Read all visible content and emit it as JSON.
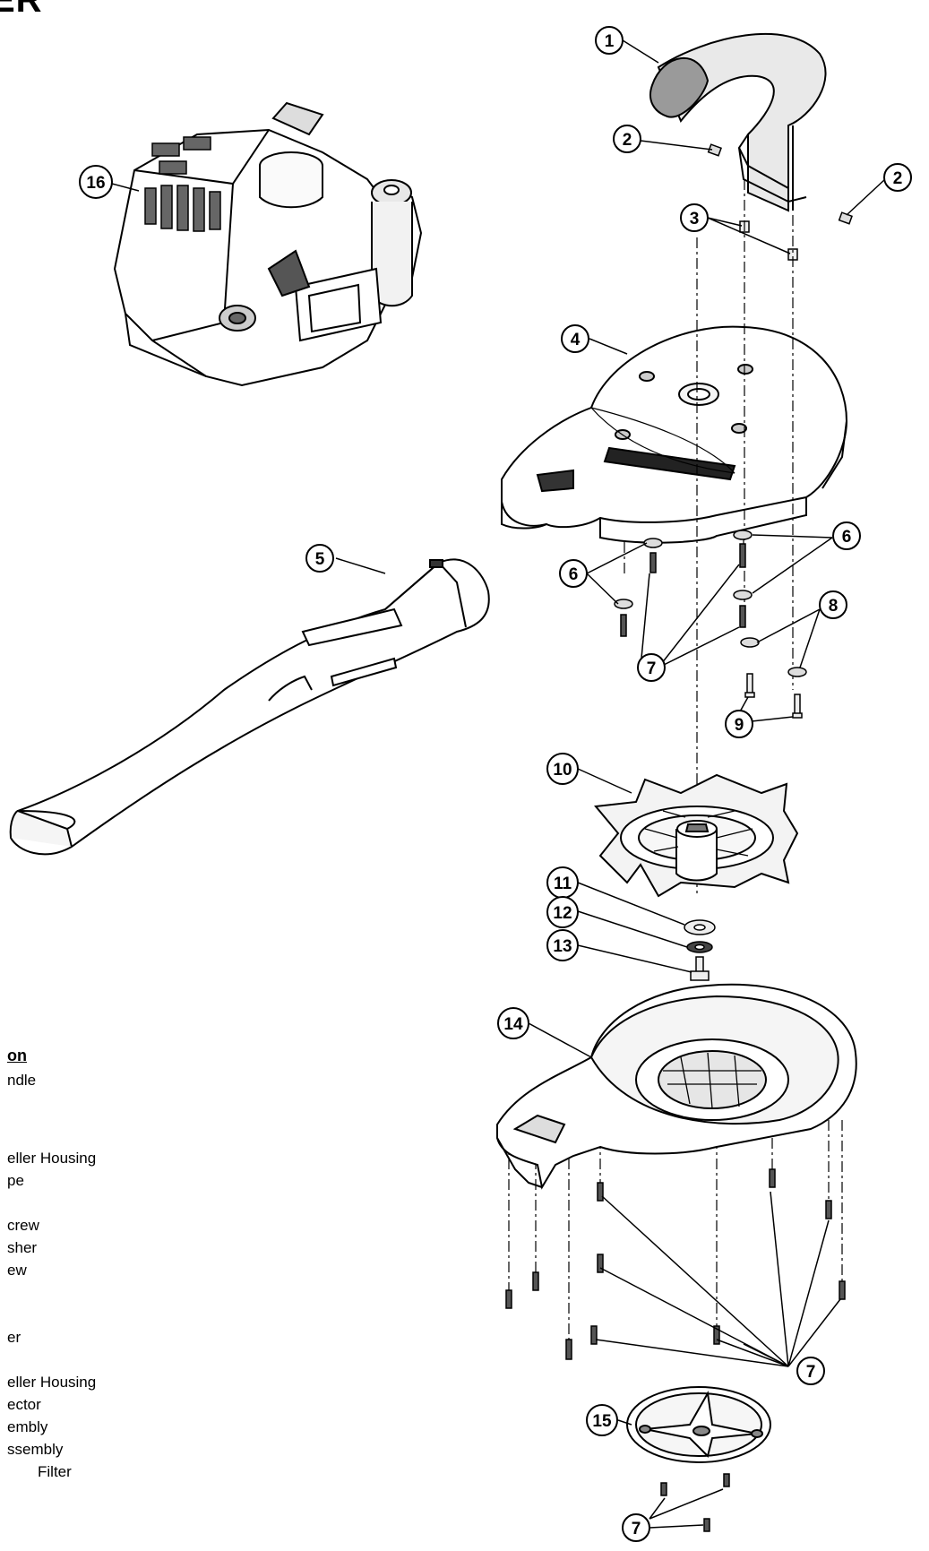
{
  "title": "ER",
  "description_header": "on",
  "descriptions": [
    "ndle",
    "eller Housing",
    "pe",
    "crew",
    "sher",
    "ew",
    "er",
    "eller Housing",
    "ector",
    "embly",
    "ssembly",
    "Filter"
  ],
  "callouts": {
    "c1": "1",
    "c2a": "2",
    "c2b": "2",
    "c3": "3",
    "c4": "4",
    "c5": "5",
    "c6a": "6",
    "c6b": "6",
    "c7a": "7",
    "c7b": "7",
    "c7c": "7",
    "c8": "8",
    "c9": "9",
    "c10": "10",
    "c11": "11",
    "c12": "12",
    "c13": "13",
    "c14": "14",
    "c15": "15",
    "c16": "16"
  }
}
